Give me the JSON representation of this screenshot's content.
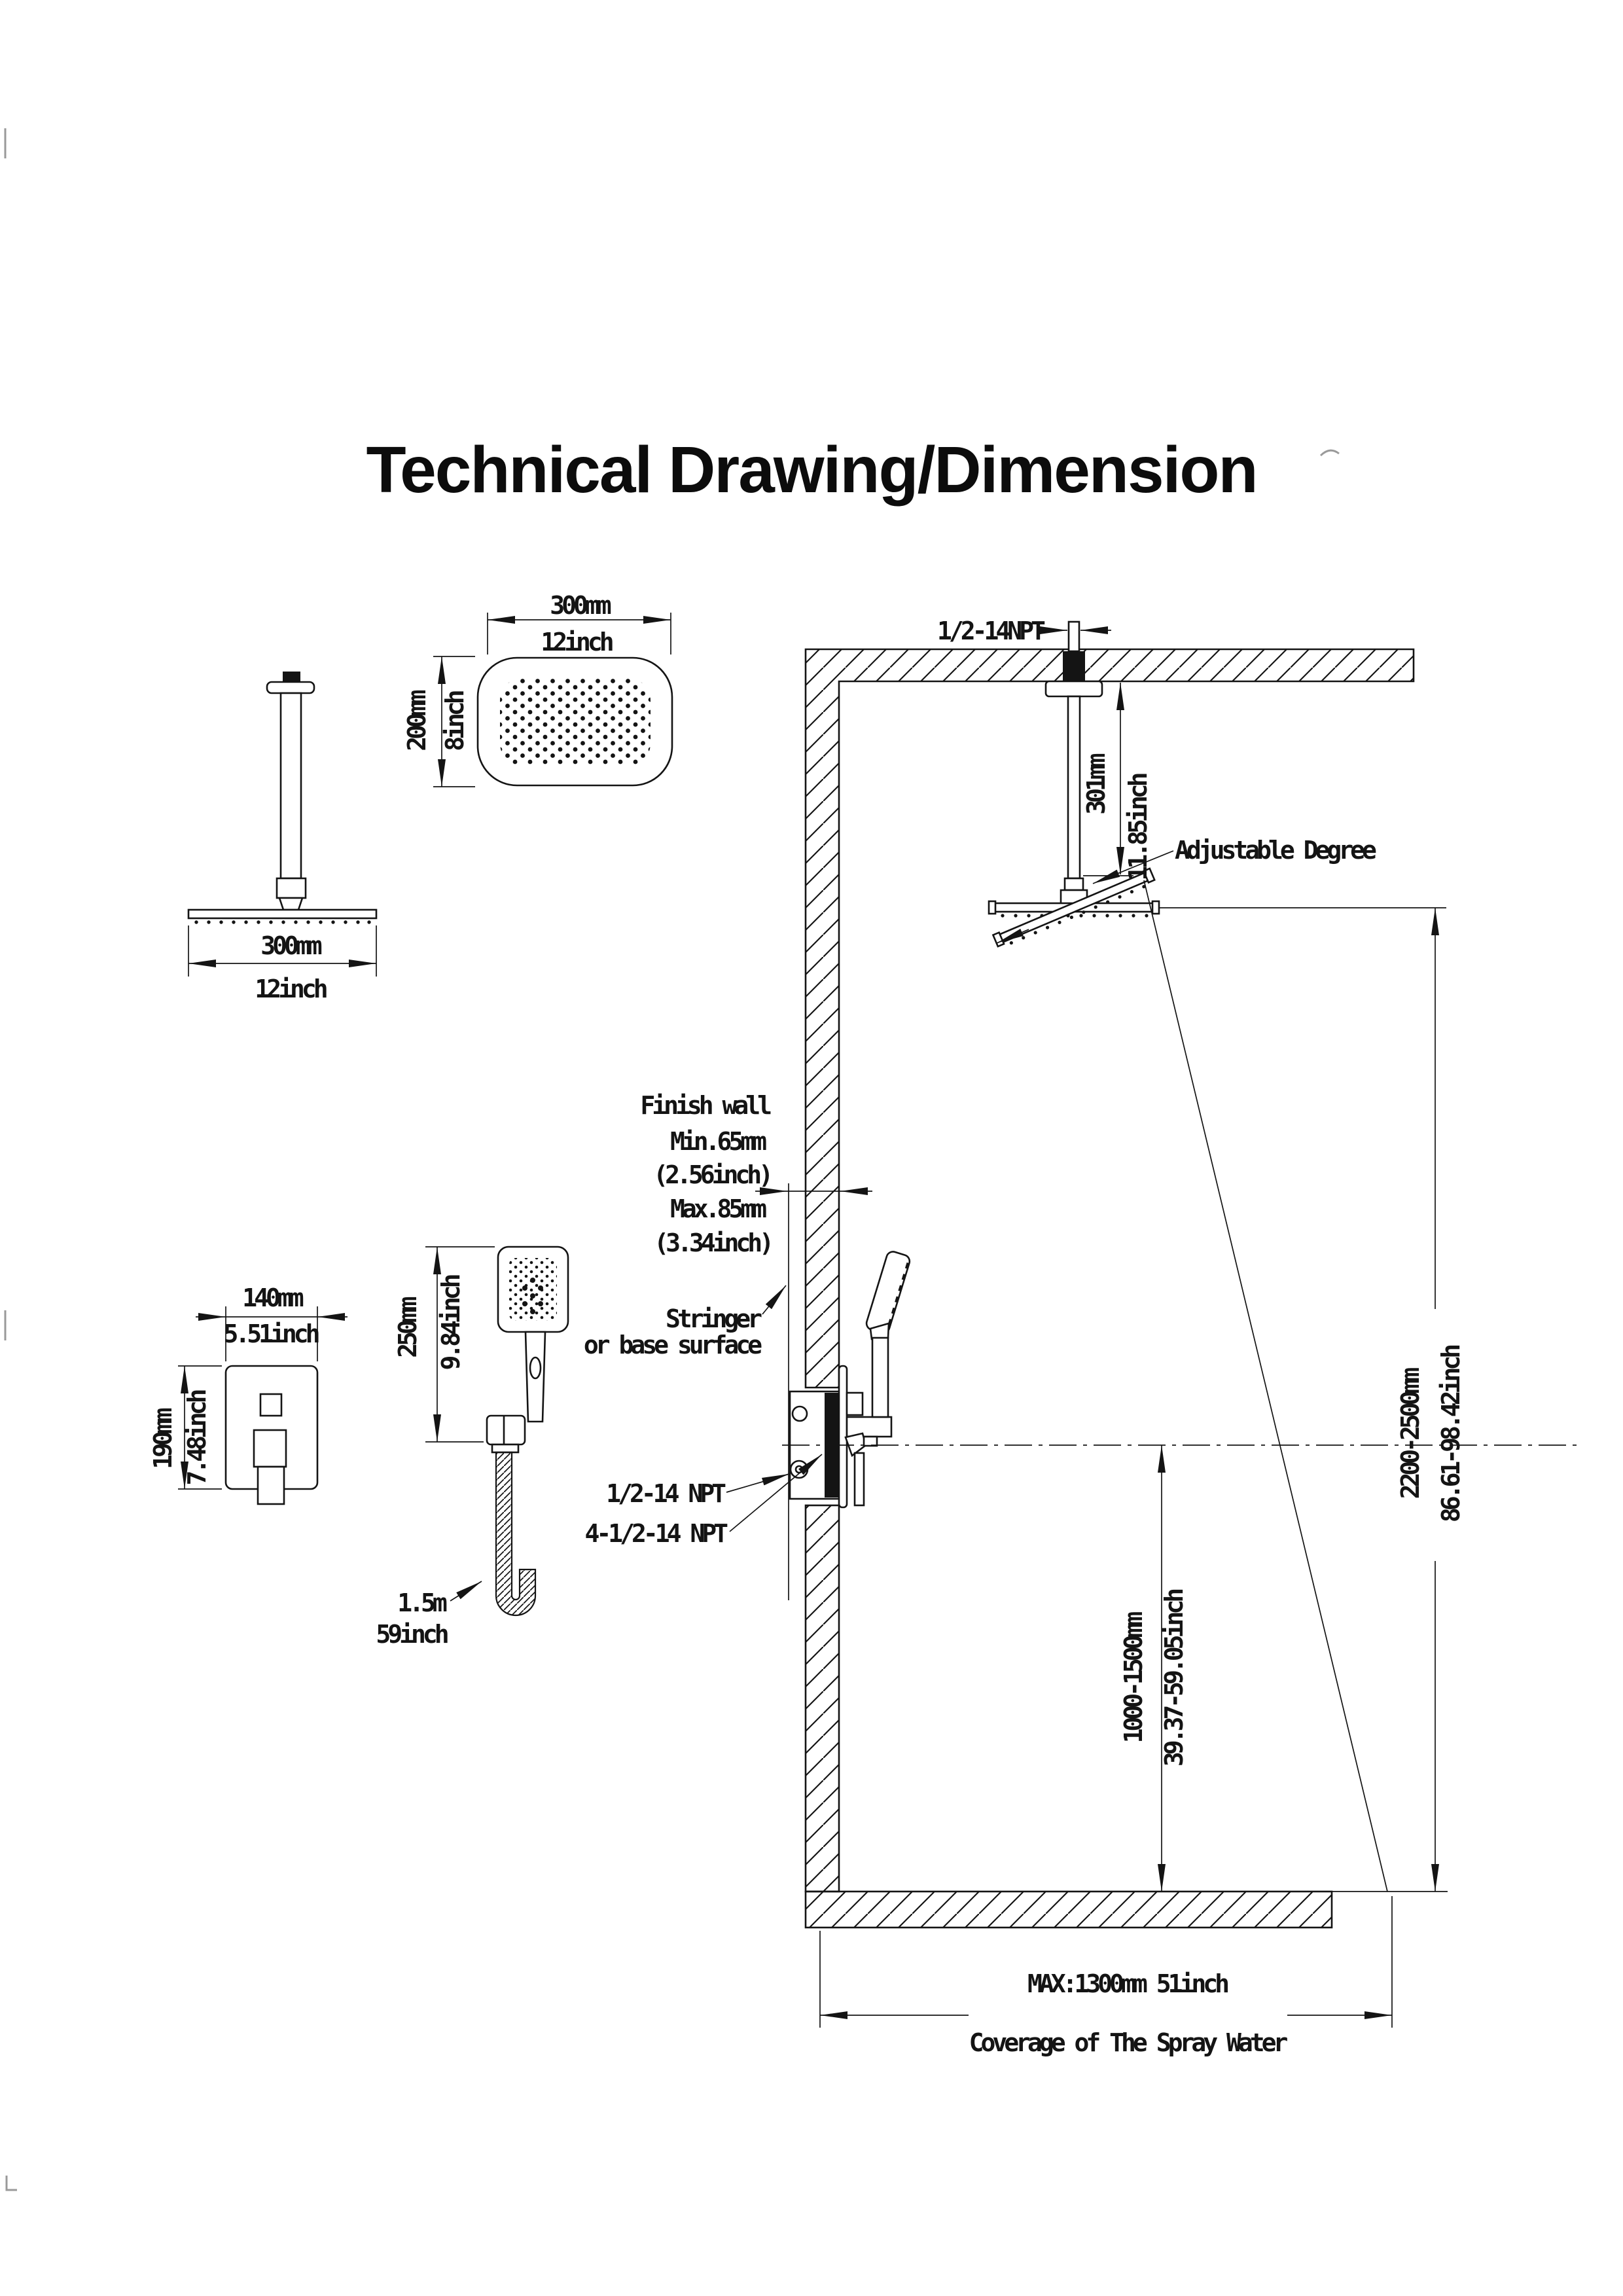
{
  "title": "Technical Drawing/Dimension",
  "plan_view": {
    "width_mm": "300mm",
    "width_in": "12inch",
    "depth_mm": "200mm",
    "depth_in": "8inch"
  },
  "arm_view": {
    "width_mm": "300mm",
    "width_in": "12inch"
  },
  "valve_view": {
    "width_mm": "140mm",
    "width_in": "5.51inch",
    "height_mm": "190mm",
    "height_in": "7.48inch"
  },
  "hand_shower": {
    "length_mm": "250mm",
    "length_in": "9.84inch",
    "hose_len": "1.5m",
    "hose_in": "59inch"
  },
  "section": {
    "npt_top": "1/2-14NPT",
    "arm_mm": "301mm",
    "arm_in": "11.85inch",
    "adjustable": "Adjustable Degree",
    "finish_wall_1": "Finish wall",
    "finish_wall_2": "Min.65mm",
    "finish_wall_3": "(2.56inch)",
    "finish_wall_4": "Max.85mm",
    "finish_wall_5": "(3.34inch)",
    "stringer_1": "Stringer",
    "stringer_2": "or base surface",
    "npt_valve_1": "1/2-14 NPT",
    "npt_valve_2": "4-1/2-14 NPT",
    "valve_h_mm": "1000-1500mm",
    "valve_h_in": "39.37-59.05inch",
    "head_h_mm": "2200-2500mm",
    "head_h_in": "86.61-98.42inch",
    "coverage_1": "MAX:1300mm 51inch",
    "coverage_2": "Coverage of The Spray Water"
  }
}
